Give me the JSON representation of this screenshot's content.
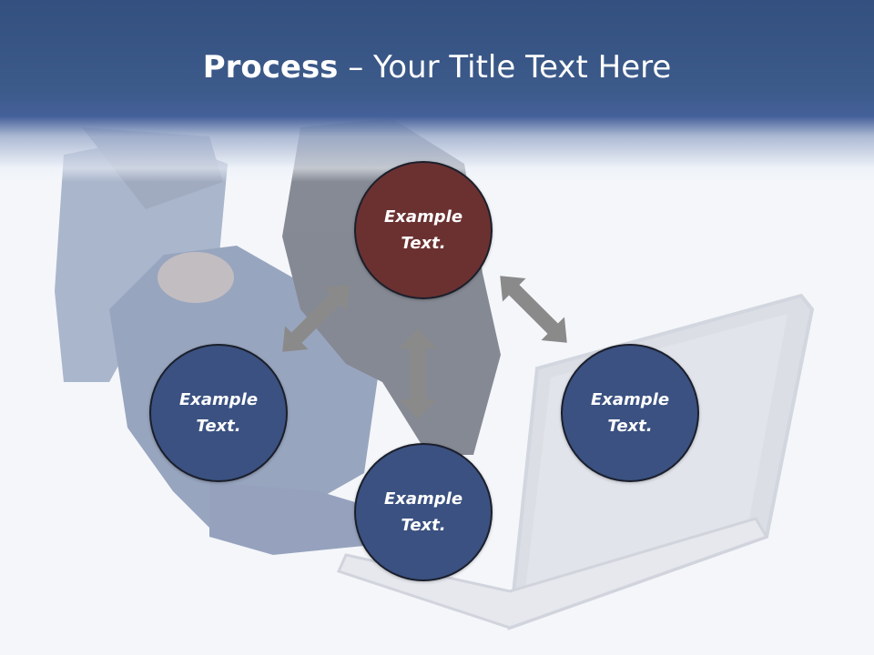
{
  "slide": {
    "title_bold": "Process",
    "title_rest": " – Your Title Text Here"
  },
  "nodes": {
    "top": "Example Text.",
    "left": "Example Text.",
    "right": "Example Text.",
    "bottom": "Example Text."
  },
  "colors": {
    "header": "#3c5a8a",
    "node_blue": "#3a5181",
    "node_accent": "#6b3131",
    "arrow": "#8a8a8a"
  },
  "icons": {
    "arrows": "double-headed-arrow"
  }
}
